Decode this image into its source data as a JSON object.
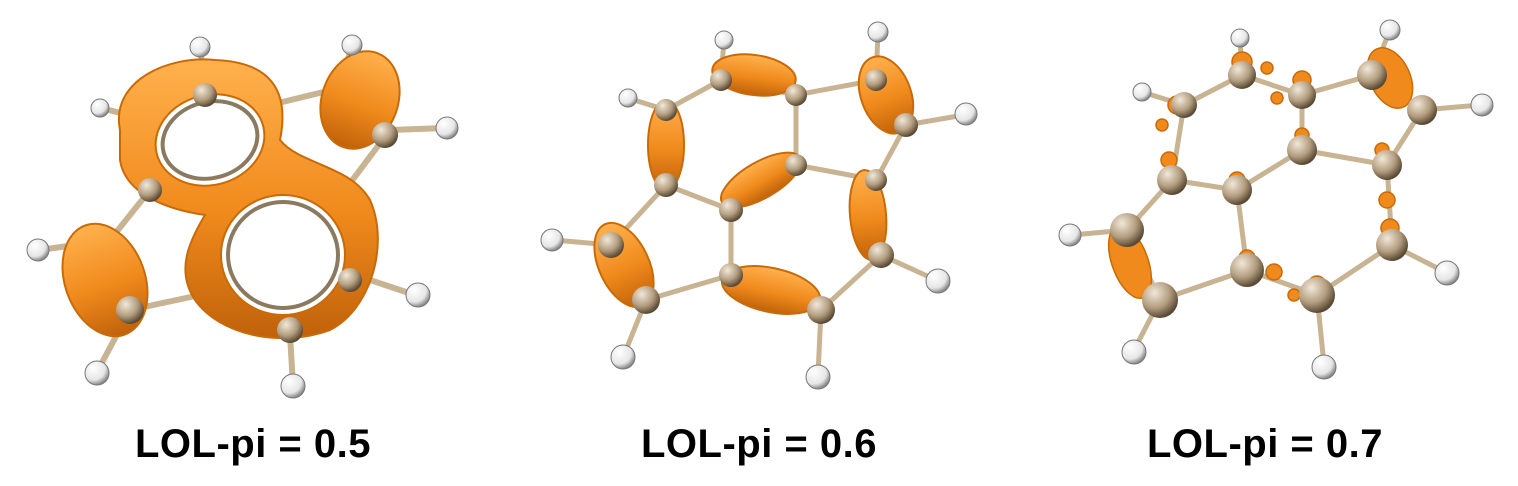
{
  "panels": [
    {
      "caption": "LOL-pi = 0.5",
      "isovalue": 0.5
    },
    {
      "caption": "LOL-pi = 0.6",
      "isovalue": 0.6
    },
    {
      "caption": "LOL-pi = 0.7",
      "isovalue": 0.7
    }
  ],
  "colors": {
    "isosurface": "#f08a1c",
    "isosurface_dark": "#c86a08",
    "carbon": "#b39d7f",
    "hydrogen": "#f2f2f2",
    "bond": "#c8b393"
  }
}
